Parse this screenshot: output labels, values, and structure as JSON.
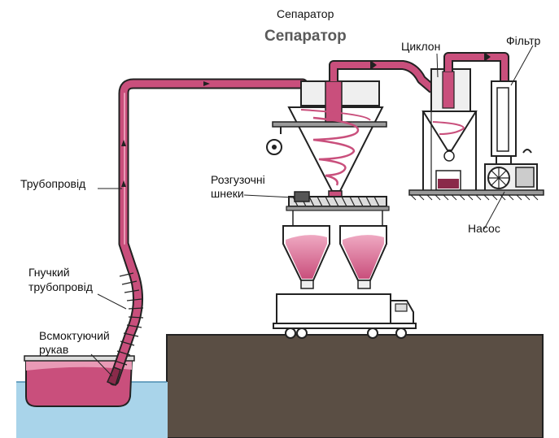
{
  "labels": {
    "separator": "Сепаратор",
    "separator_drawn": "Сепаратор",
    "cyclone": "Циклон",
    "filter": "Фільтр",
    "pipeline": "Трубопровід",
    "unloading_screws_line1": "Розгузочні",
    "unloading_screws_line2": "шнеки",
    "pump": "Насос",
    "flexible_pipe_line1": "Гнучкий",
    "flexible_pipe_line2": "трубопровід",
    "suction_sleeve_line1": "Всмоктуючий",
    "suction_sleeve_line2": "рукав"
  },
  "colors": {
    "product": "#c94f7c",
    "product_light": "#e99ab6",
    "water": "#a9d4ea",
    "ground": "#5a4e44",
    "metal": "#9a9a9a",
    "outline": "#222222"
  }
}
